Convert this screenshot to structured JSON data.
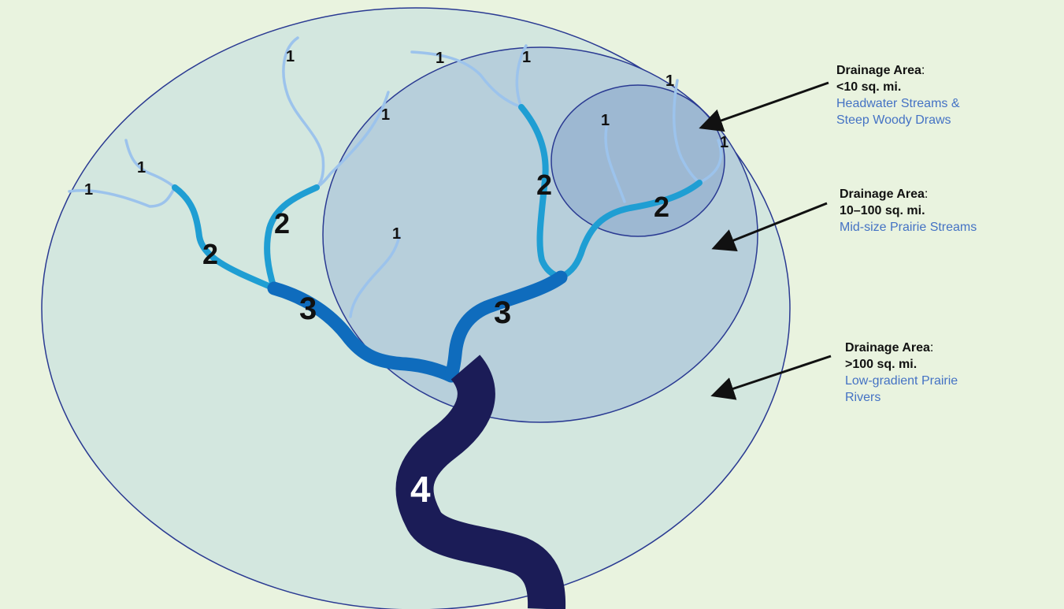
{
  "diagram": {
    "colors": {
      "background": "#e9f3df",
      "order1": "#9cc3ec",
      "order2": "#1f9ed3",
      "order3": "#0f6cbd",
      "order4": "#1b1c57",
      "basin_outline": "#2a3a92",
      "description_text": "#4472c4"
    },
    "stream_order_labels": {
      "order1": "1",
      "order2": "2",
      "order3": "3",
      "order4": "4"
    },
    "annotations": [
      {
        "heading": "Drainage Area",
        "range": "<10 sq. mi.",
        "description_lines": [
          "Headwater Streams &",
          "Steep Woody Draws"
        ]
      },
      {
        "heading": "Drainage Area",
        "range": "10–100 sq. mi.",
        "description_lines": [
          "Mid-size Prairie Streams"
        ]
      },
      {
        "heading": "Drainage Area",
        "range": ">100 sq. mi.",
        "description_lines": [
          "Low-gradient Prairie",
          "Rivers"
        ]
      }
    ]
  }
}
